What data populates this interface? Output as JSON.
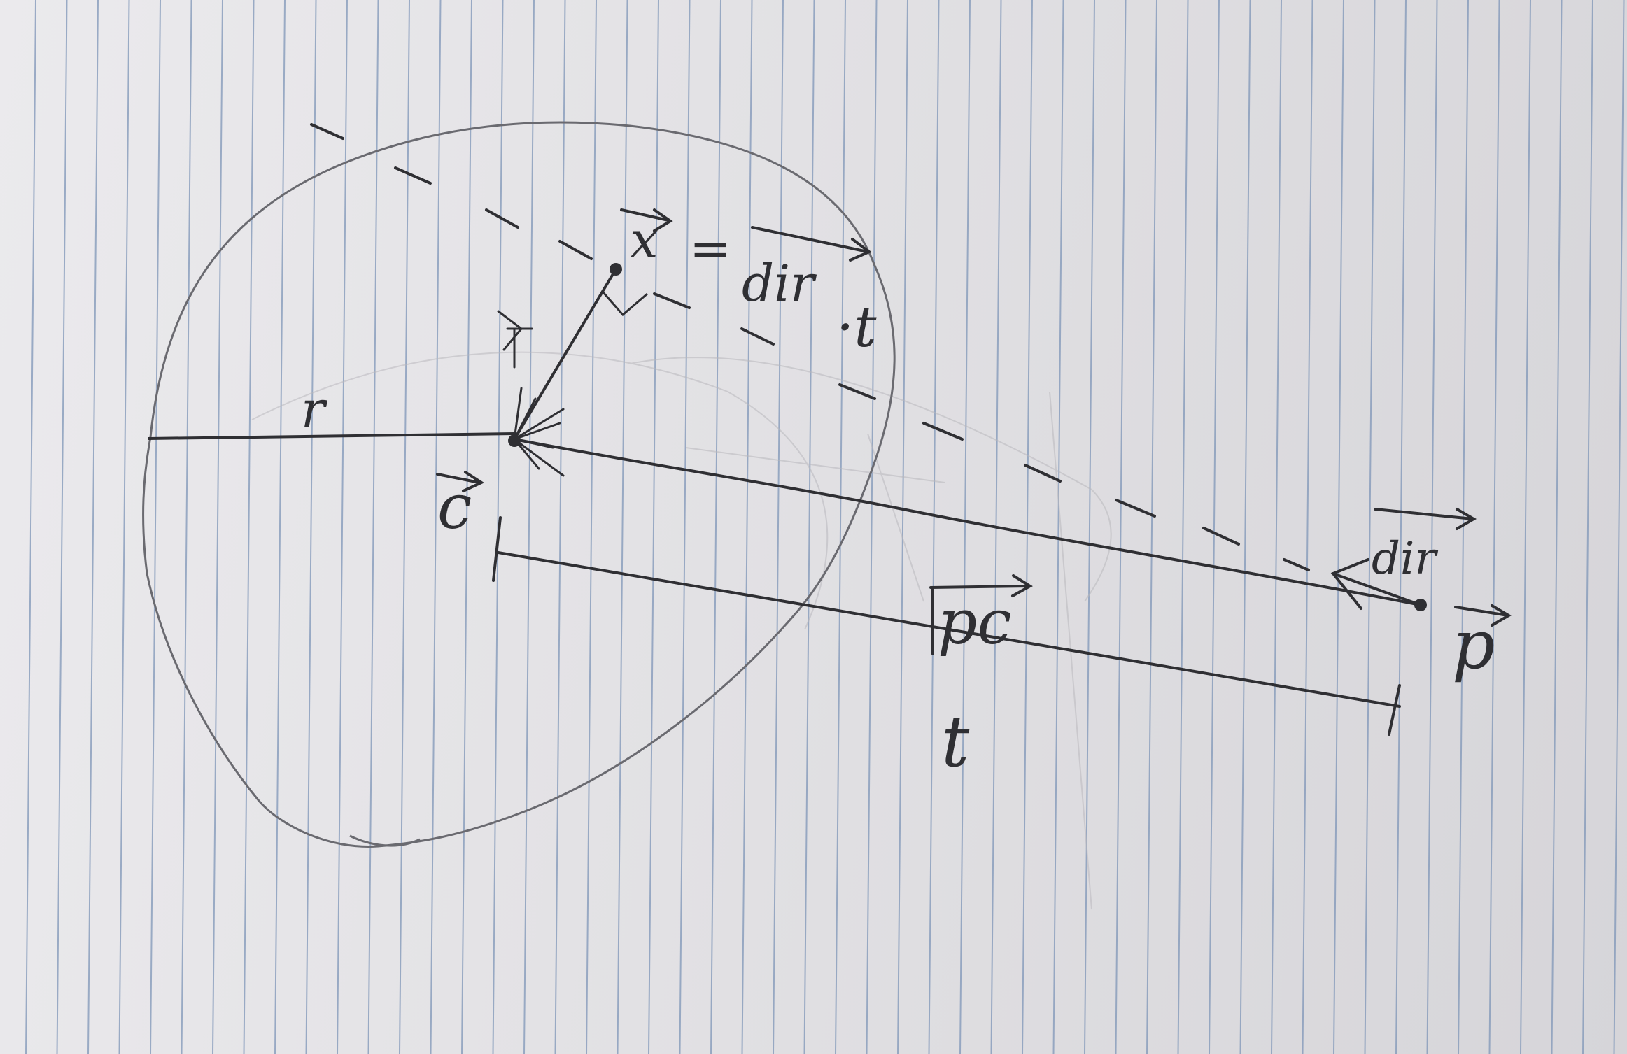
{
  "labels": {
    "x_vector": "x",
    "equals": "=",
    "dir_top": "dir",
    "dot_t": "·t",
    "radius": "r",
    "center": "c",
    "pc": "pc",
    "dir_right": "dir",
    "p_point": "p",
    "t_length": "t"
  },
  "colors": {
    "paper": "#e4e3e6",
    "rule_lines": "#7f96b8",
    "ink": "#2f2f33",
    "circle_pencil": "#6a6a70"
  }
}
